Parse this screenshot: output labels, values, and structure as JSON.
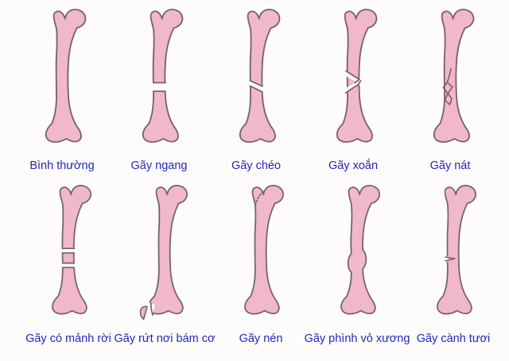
{
  "colors": {
    "background": "#fdfcfa",
    "bone_fill": "#f1b7cb",
    "bone_outline": "#74626b",
    "label_color": "#2326be"
  },
  "rows": [
    {
      "items": [
        {
          "label": "Bình thường",
          "illustration": "normal-bone"
        },
        {
          "label": "Gãy ngang",
          "illustration": "transverse-fracture"
        },
        {
          "label": "Gãy chéo",
          "illustration": "oblique-fracture"
        },
        {
          "label": "Gãy xoắn",
          "illustration": "spiral-fracture"
        },
        {
          "label": "Gãy nát",
          "illustration": "comminuted-fracture"
        }
      ]
    },
    {
      "items": [
        {
          "label": "Gãy có mảnh rời",
          "illustration": "segmental-fracture"
        },
        {
          "label": "Gãy rứt nơi bám cơ",
          "illustration": "avulsion-fracture"
        },
        {
          "label": "Gãy nén",
          "illustration": "compression-fracture"
        },
        {
          "label": "Gãy phình vỏ xương",
          "illustration": "buckle-fracture"
        },
        {
          "label": "Gãy cành tươi",
          "illustration": "greenstick-fracture"
        }
      ]
    }
  ]
}
